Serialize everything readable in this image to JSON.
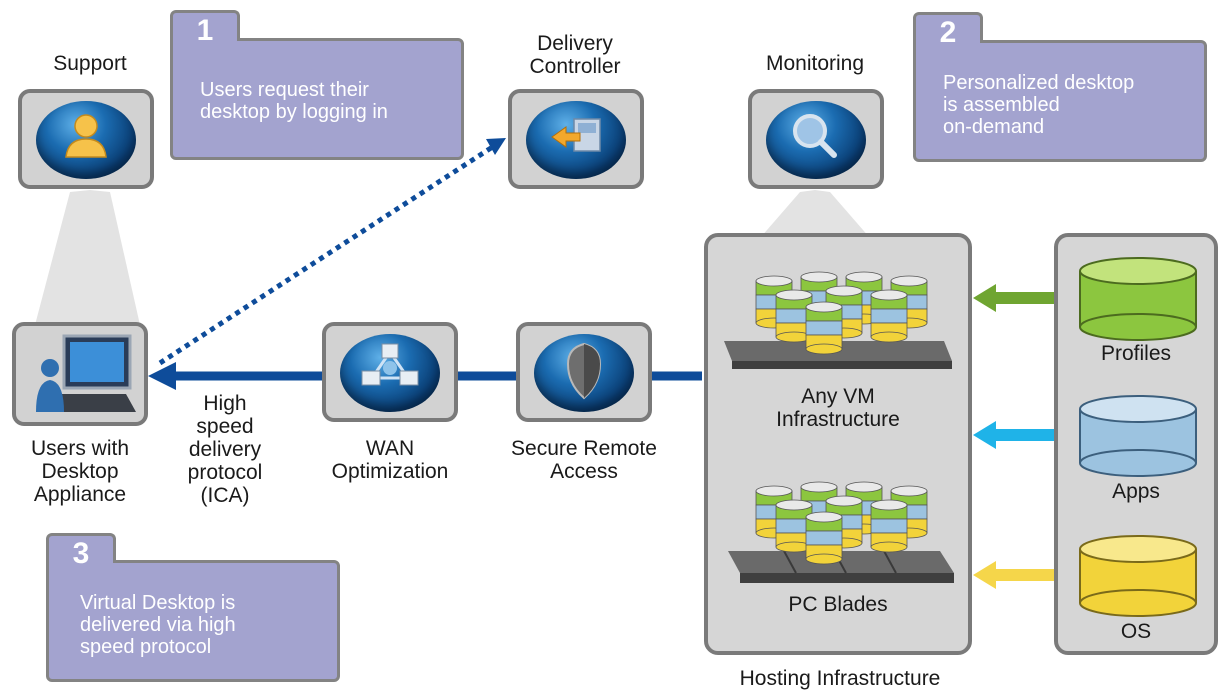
{
  "steps": [
    {
      "num": "1",
      "text": [
        "Users request their",
        "desktop by logging in"
      ]
    },
    {
      "num": "2",
      "text": [
        "Personalized desktop",
        "is assembled",
        "on-demand"
      ]
    },
    {
      "num": "3",
      "text": [
        "Virtual Desktop is",
        "delivered via high",
        "speed protocol"
      ]
    }
  ],
  "labels": {
    "support": "Support",
    "delivery_controller": [
      "Delivery",
      "Controller"
    ],
    "monitoring": "Monitoring",
    "users": [
      "Users with",
      "Desktop",
      "Appliance"
    ],
    "protocol": [
      "High",
      "speed",
      "delivery",
      "protocol",
      "(ICA)"
    ],
    "wan": [
      "WAN",
      "Optimization"
    ],
    "secure": [
      "Secure Remote",
      "Access"
    ],
    "any_vm": [
      "Any VM",
      "Infrastructure"
    ],
    "pc_blades": "PC Blades",
    "hosting": "Hosting Infrastructure",
    "profiles": "Profiles",
    "apps": "Apps",
    "os": "OS"
  },
  "icons": {
    "support": "user-icon",
    "delivery_controller": "controller-icon",
    "monitoring": "magnifier-icon",
    "users": "desktop-appliance-icon",
    "wan": "network-icon",
    "secure": "shield-icon"
  },
  "colors": {
    "note_fill": "#a3a3cf",
    "flow_blue": "#0e4c9a",
    "profiles": "#8cc63f",
    "apps": "#9cc3e0",
    "os": "#f2d33a",
    "arrow_green": "#6fa531",
    "arrow_cyan": "#1fb3e8",
    "arrow_yellow": "#f5d64a"
  }
}
